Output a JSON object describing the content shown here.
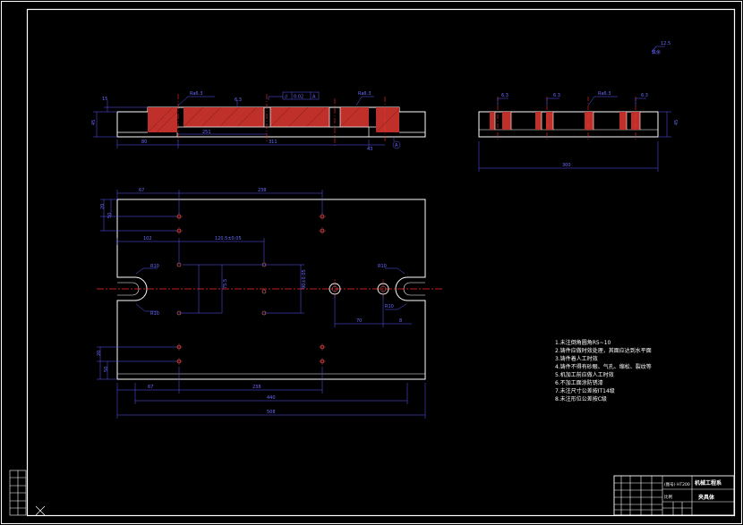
{
  "drawing": {
    "background": "#000000",
    "colors": {
      "border": "#ffffff",
      "outline": "#ffffff",
      "dimension": "#5a5aff",
      "centerline": "#ff2a2a",
      "hatch": "#c0302a",
      "hole": "#ff7a7a"
    }
  },
  "front_view": {
    "dims": {
      "left_height": "45",
      "top_step": "15",
      "left_len": "80",
      "mid_len": "251",
      "mid_len2": "311",
      "right_len": "43",
      "surface_finish_1": "Ra6.3",
      "surface_finish_2": "Ra6.3",
      "gtol_symbol": "//",
      "gtol_value": "0.02",
      "gtol_datum": "A",
      "datum_mark": "A",
      "small_a": "6.3"
    }
  },
  "side_view": {
    "dims": {
      "total_len": "300",
      "height": "45",
      "finish_1": "6.3",
      "finish_2": "6.3",
      "finish_3": "Ra6.3",
      "finish_4": "6.3"
    }
  },
  "top_view": {
    "dims": {
      "top_left": "67",
      "top_span": "238",
      "v_top_1": "20",
      "v_top_2": "50",
      "hole_pitch": "120.5±0.05",
      "left_offset": "102",
      "slot_r_left": "R10",
      "slot_r_left2": "R10",
      "slot_r_right": "R10",
      "slot_r_right2": "R10",
      "inner_v": "75.5",
      "inner_v2": "90±0.05",
      "right_x1": "70",
      "right_x2": "8",
      "bottom_left": "67",
      "bottom_span": "238",
      "v_bot_1": "20",
      "v_bot_2": "50",
      "overall_1": "440",
      "overall_2": "508"
    }
  },
  "notes": [
    "1.未注倒角圆角R5~10",
    "2.铸件应做时效处理，其面应达到水平面",
    "3.铸件着人工时效",
    "4.铸件不得有砂眼、气孔、缩松、裂纹等",
    "5.机加工前应做人工时效",
    "6.不加工面涂防锈漆",
    "7.未注尺寸公差按IT14级",
    "8.未注形位公差按C级"
  ],
  "corner_symbol": {
    "label": "其余",
    "value": "12.5"
  },
  "title_block": {
    "material": "HT200",
    "school": "机械工程系",
    "part_name": "夹具体",
    "scale_label": "比例",
    "sheet": "(图号)"
  }
}
